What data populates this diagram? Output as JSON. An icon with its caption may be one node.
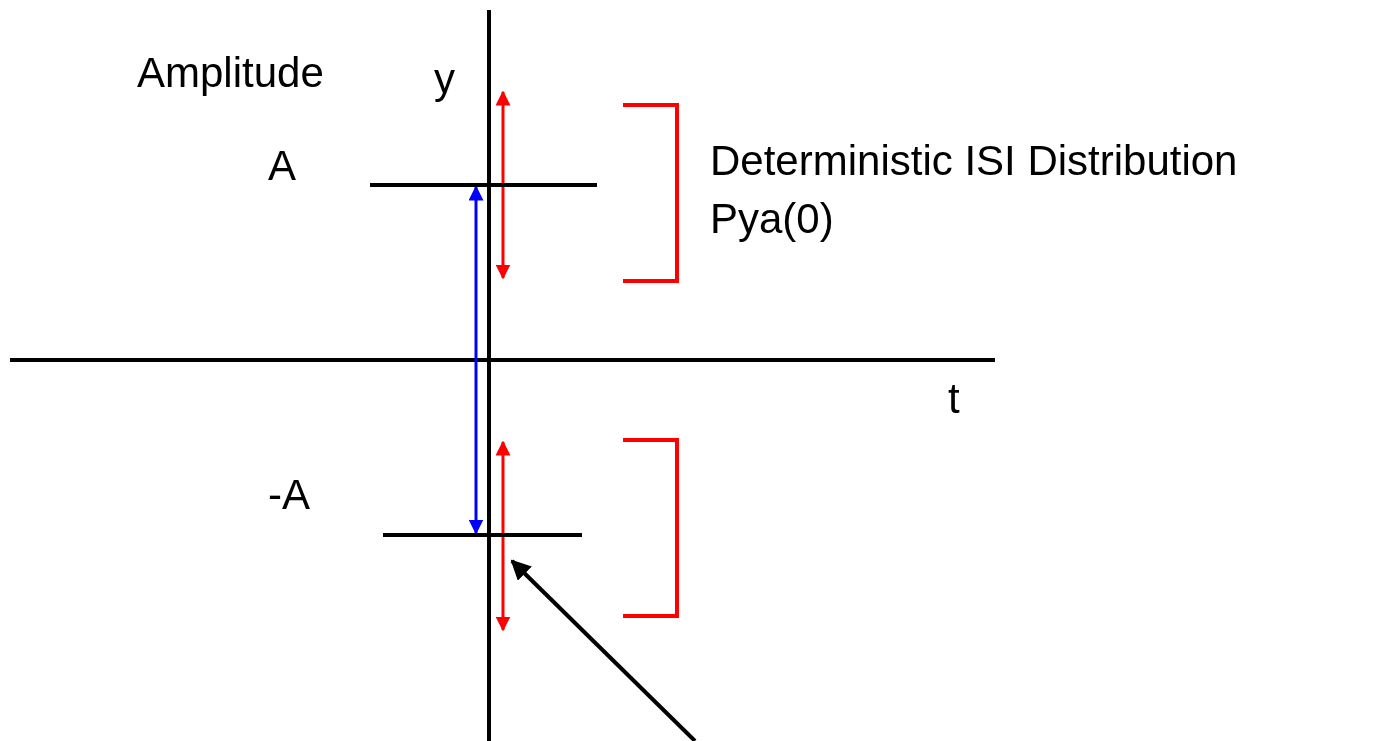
{
  "diagram": {
    "nodes": [
      {
        "text": [],
        "shape": "bar"
      },
      {
        "text": [],
        "shape": "bar"
      }
    ],
    "edges": [
      {
        "from": null,
        "to": 1,
        "arrow": "to"
      },
      {
        "from": 0,
        "to": 1,
        "arrow": "both",
        "color": "#0000ff"
      }
    ],
    "labels": [
      "Amplitude",
      "y",
      "A",
      "Deterministic ISI Distribution",
      "Pya(0)",
      "t",
      "-A"
    ]
  }
}
